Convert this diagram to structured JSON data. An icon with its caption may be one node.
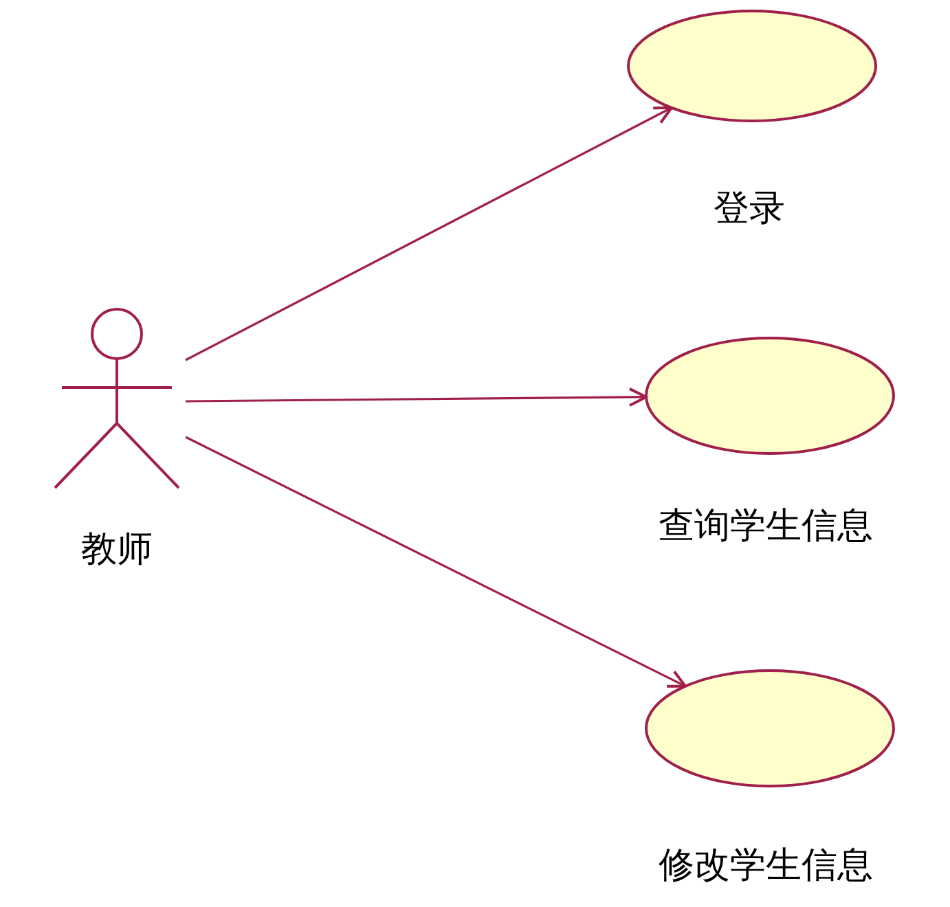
{
  "diagram": {
    "nodes": [
      {
        "text": [
          "教师"
        ]
      },
      {
        "text": [
          "登录"
        ]
      },
      {
        "text": [
          "查询学生信息"
        ]
      },
      {
        "text": [
          "修改学生信息"
        ]
      }
    ],
    "edges": [
      {
        "from": 0,
        "to": 1,
        "arrow": "to"
      },
      {
        "from": 0,
        "to": 2,
        "arrow": "to"
      },
      {
        "from": 0,
        "to": 3,
        "arrow": "to"
      }
    ]
  }
}
